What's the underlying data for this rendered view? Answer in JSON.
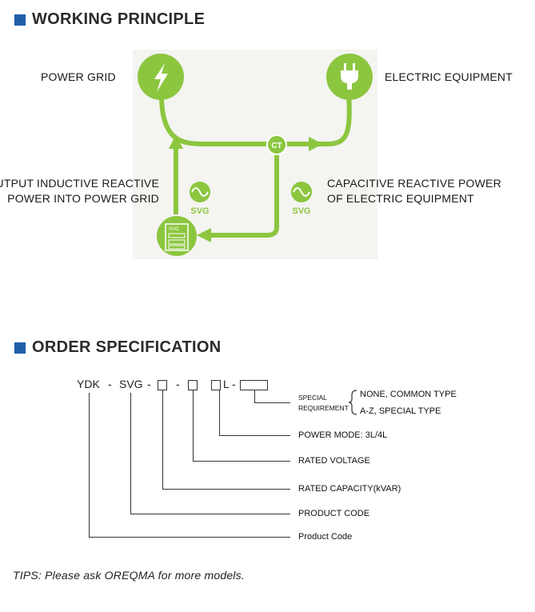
{
  "working": {
    "title": "WORKING PRINCIPLE",
    "power_grid": "POWER GRID",
    "electric_equipment": "ELECTRIC EQUIPMENT",
    "output_line1": "OUTPUT INDUCTIVE REACTIVE",
    "output_line2": "POWER INTO POWER GRID",
    "capacitive_line1": "CAPACITIVE REACTIVE POWER",
    "capacitive_line2": "OF ELECTRIC EQUIPMENT",
    "ct_label": "CT",
    "svg_label_left": "SVG",
    "svg_label_right": "SVG",
    "svg_device_label": "SVG",
    "colors": {
      "green": "#8cc63f",
      "panel": "#f4f4f1"
    }
  },
  "order": {
    "title": "ORDER SPECIFICATION",
    "code_ydk": "YDK",
    "dash1": "-",
    "code_svg": "SVG",
    "dash2": "-",
    "dash3": "-",
    "code_l": "L",
    "dash4": "-",
    "special_line1": "SPECIAL",
    "special_line2": "REQUIREMENT",
    "special_opt1": "NONE, COMMON TYPE",
    "special_opt2": "A-Z, SPECIAL TYPE",
    "power_mode": "POWER MODE: 3L/4L",
    "rated_voltage": "RATED VOLTAGE",
    "rated_capacity": "RATED CAPACITY(kVAR)",
    "product_code": "PRODUCT CODE",
    "product_code_2": "Product Code",
    "colors": {
      "accent": "#1f5ea8"
    }
  },
  "tips": "TIPS: Please ask OREQMA for more models."
}
